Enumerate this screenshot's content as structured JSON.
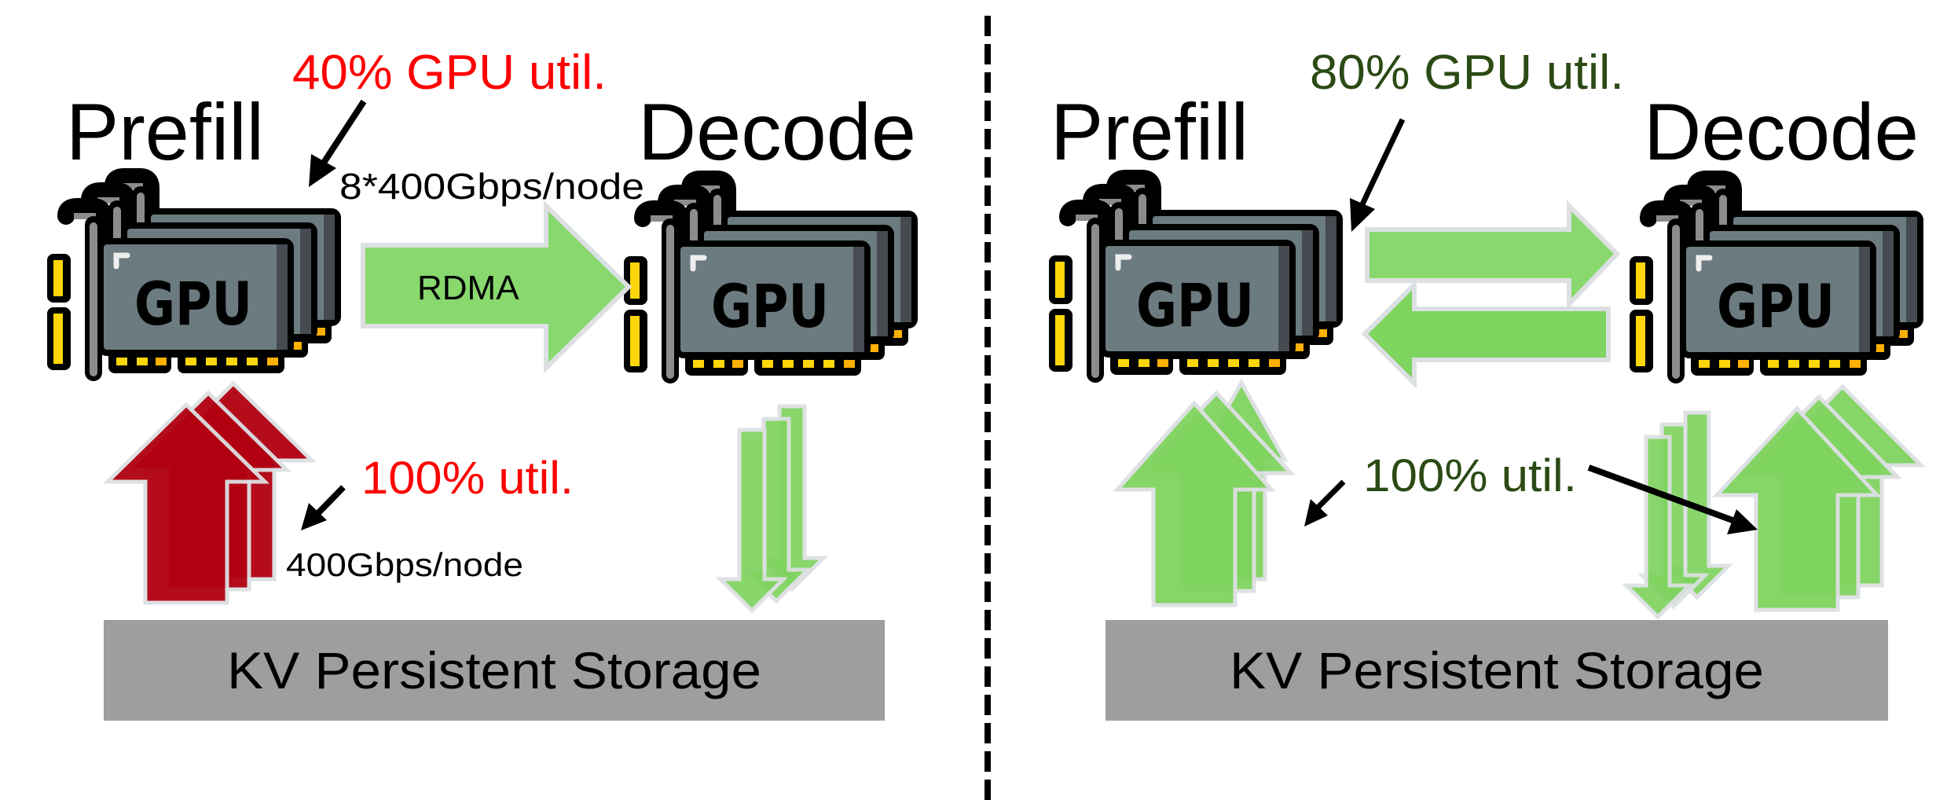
{
  "left_panel": {
    "prefill_title": "Prefill",
    "decode_title": "Decode",
    "gpu_util_label": "40% GPU util.",
    "gpu_util_color": "#ff0000",
    "link_bandwidth_label": "8*400Gbps/node",
    "link_label": "RDMA",
    "storage_util_label": "100% util.",
    "storage_util_color": "#ff0000",
    "storage_bandwidth_label": "400Gbps/node",
    "storage_label": "KV Persistent Storage",
    "prefill_gpu_label": "GPU",
    "decode_gpu_label": "GPU",
    "storage_read_arrow_color": "#b1000f",
    "decode_write_arrow_color": "#7fd35f"
  },
  "right_panel": {
    "prefill_title": "Prefill",
    "decode_title": "Decode",
    "gpu_util_label": "80% GPU util.",
    "gpu_util_color": "#2b4a14",
    "storage_util_label": "100% util.",
    "storage_util_color": "#2b4a14",
    "storage_label": "KV Persistent Storage",
    "prefill_gpu_label": "GPU",
    "decode_gpu_label": "GPU",
    "arrow_color": "#7fd35f"
  },
  "colors": {
    "gpu_body": "#6b7b80",
    "gpu_shadow": "#454b50",
    "gpu_bracket": "#8c8c8c",
    "gpu_contacts": "#ffd60a",
    "gpu_contacts_shade": "#ffb000",
    "storage_fill": "#9e9e9e",
    "arrow_outline": "#dde0e3",
    "divider": "#000000"
  }
}
